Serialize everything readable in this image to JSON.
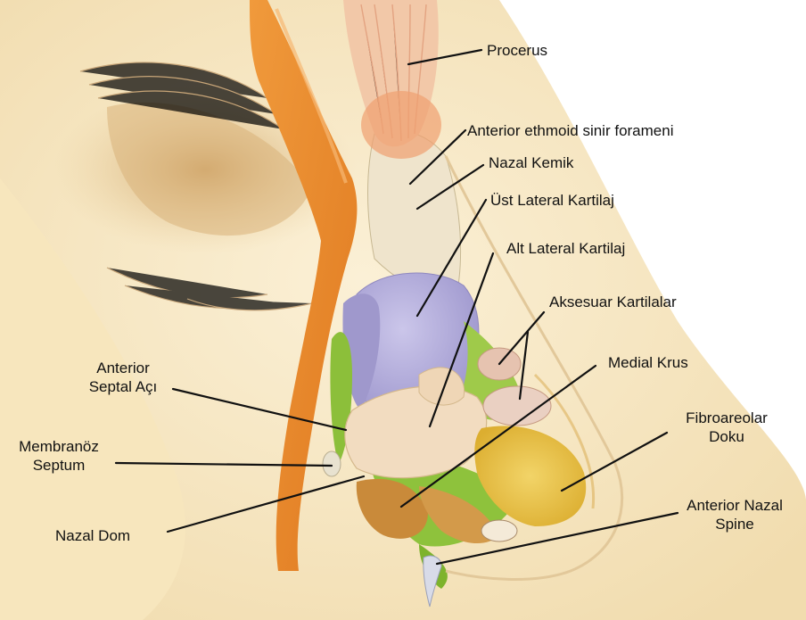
{
  "labels": {
    "procerus": "Procerus",
    "anterior_ethmoid": "Anterior ethmoid sinir forameni",
    "nazal_kemik": "Nazal Kemik",
    "ust_lateral": "Üst Lateral Kartilaj",
    "alt_lateral": "Alt Lateral Kartilaj",
    "aksesuar": "Aksesuar Kartilalar",
    "medial_krus": "Medial Krus",
    "fibroareolar_1": "Fibroareolar",
    "fibroareolar_2": "Doku",
    "anterior_nazal_1": "Anterior Nazal",
    "anterior_nazal_2": "Spine",
    "anterior_septal_1": "Anterior",
    "anterior_septal_2": "Septal Açı",
    "membranoz_1": "Membranöz",
    "membranoz_2": "Septum",
    "nazal_dom": "Nazal Dom"
  },
  "colors": {
    "skin": "#f6e7c4",
    "brow_shadow": "#d8b47a",
    "septum_orange": "#ee8a2a",
    "procerus_muscle": "#f0a070",
    "upper_lateral_blue": "#b7b0dc",
    "green_tissue": "#8cbf3a",
    "lower_lateral_cream": "#f2dcc0",
    "fibroareolar_yellow": "#e8c24a",
    "nazal_dom_brown": "#c98a3a"
  }
}
